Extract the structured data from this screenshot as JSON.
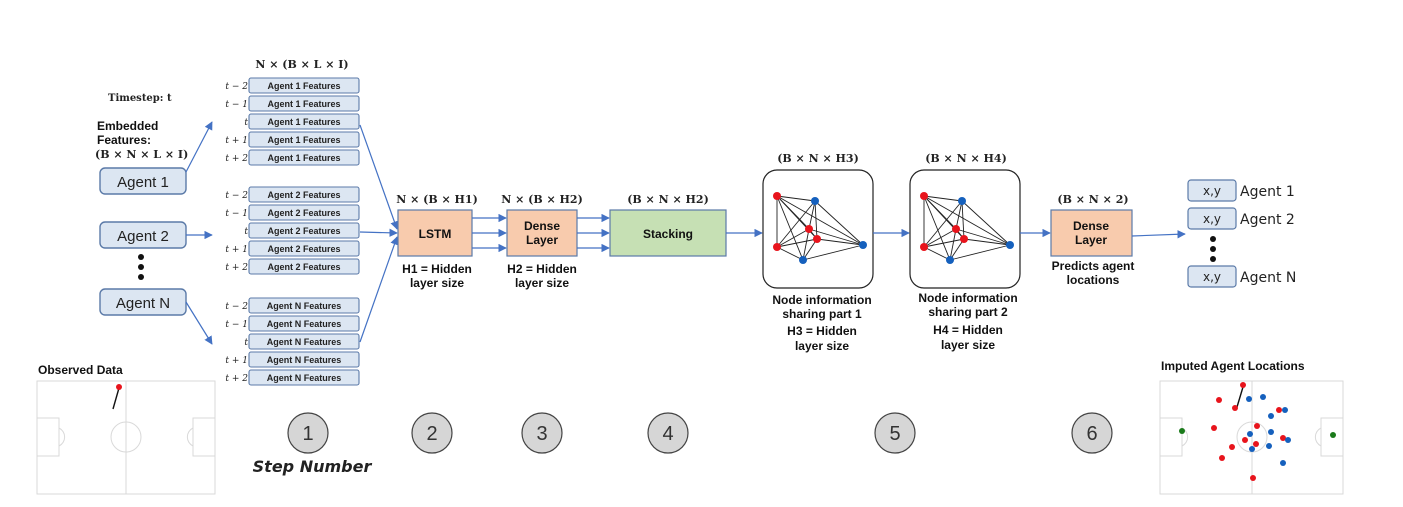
{
  "timestep_label": "Timestep: t",
  "embedded": {
    "line1": "Embedded",
    "line2": "Features:",
    "line3": "(B × N × L × I)"
  },
  "input_dims": "N × (B × L × I)",
  "agents": [
    "Agent 1",
    "Agent 2",
    "Agent N"
  ],
  "feature_groups": [
    {
      "label": "Agent 1 Features"
    },
    {
      "label": "Agent 2 Features"
    },
    {
      "label": "Agent N Features"
    }
  ],
  "time_labels": [
    "t − 2",
    "t − 1",
    "t",
    "t + 1",
    "t + 2"
  ],
  "lstm": {
    "dims": "N × (B × H1)",
    "label": "LSTM",
    "note1": "H1 = Hidden",
    "note2": "layer size"
  },
  "dense1": {
    "dims": "N × (B × H2)",
    "label1": "Dense",
    "label2": "Layer",
    "note1": "H2 = Hidden",
    "note2": "layer size"
  },
  "stacking": {
    "dims": "(B × N × H2)",
    "label": "Stacking"
  },
  "gnn1": {
    "dims": "(B × N × H3)",
    "line1": "Node information",
    "line2": "sharing part 1",
    "note1": "H3 = Hidden",
    "note2": "layer size"
  },
  "gnn2": {
    "dims": "(B × N × H4)",
    "line1": "Node information",
    "line2": "sharing part 2",
    "note1": "H4 = Hidden",
    "note2": "layer size"
  },
  "dense2": {
    "dims": "(B × N × 2)",
    "label1": "Dense",
    "label2": "Layer",
    "note1": "Predicts agent",
    "note2": "locations"
  },
  "outputs": [
    {
      "xy": "x,y",
      "agent": "Agent 1"
    },
    {
      "xy": "x,y",
      "agent": "Agent 2"
    },
    {
      "xy": "x,y",
      "agent": "Agent N"
    }
  ],
  "observed_title": "Observed Data",
  "imputed_title": "Imputed Agent Locations",
  "steps": [
    "1",
    "2",
    "3",
    "4",
    "5",
    "6"
  ],
  "step_caption": "Step Number",
  "colors": {
    "box_fill": "#dce6f2",
    "box_stroke": "#5b7aa8",
    "orange": "#f8cbad",
    "orange_stroke": "#5b7aa8",
    "green": "#c6e0b4",
    "arrow": "#4472c4",
    "red_node": "#e8141c",
    "blue_node": "#1560bd",
    "green_dot": "#1a7a1a",
    "step_fill": "#d6d6d6"
  }
}
